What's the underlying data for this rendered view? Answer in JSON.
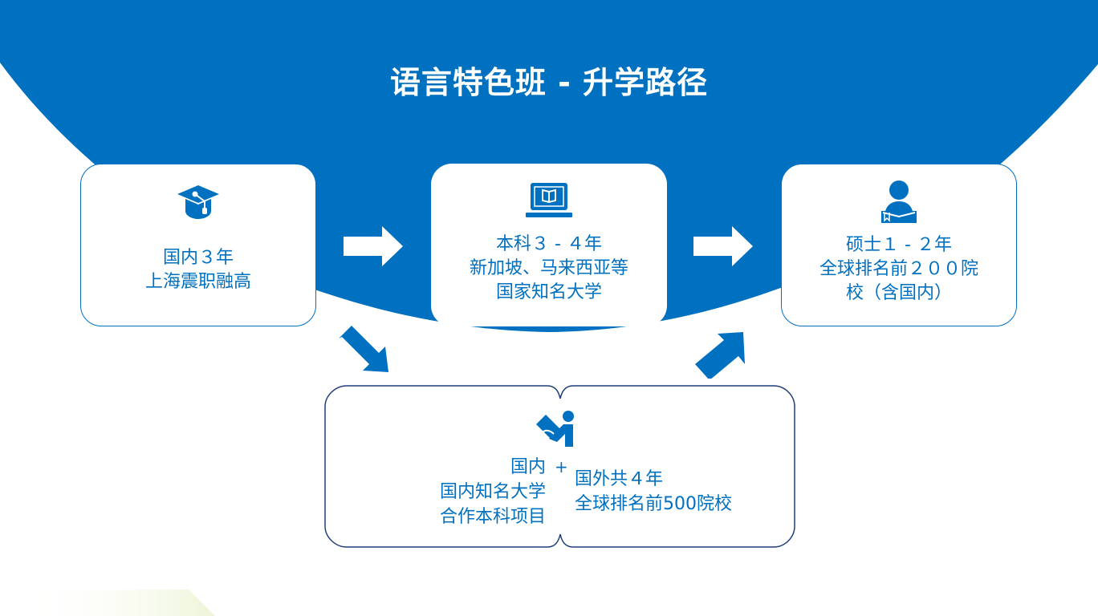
{
  "title": "语言特色班 - 升学路径",
  "colors": {
    "primary": "#0070c0",
    "bottom_border": "#1f3f7a",
    "background": "#ffffff"
  },
  "cards": [
    {
      "id": "domestic",
      "icon": "graduation-cap-icon",
      "lines": [
        "国内３年",
        "上海震职融高"
      ]
    },
    {
      "id": "bachelor",
      "icon": "laptop-book-icon",
      "lines": [
        "本科３ - ４年",
        "新加坡、马来西亚等",
        "国家知名大学"
      ]
    },
    {
      "id": "master",
      "icon": "person-reading-icon",
      "lines": [
        "硕士１ - ２年",
        "全球排名前２００院",
        "校（含国内）"
      ]
    }
  ],
  "bottom": {
    "icon": "reader-book-icon",
    "left_lines": [
      "国内",
      "国内知名大学",
      "合作本科项目"
    ],
    "plus": "+",
    "right_lines": [
      "国外共４年",
      "全球排名前500院校"
    ]
  },
  "arrows": [
    {
      "from": "domestic",
      "to": "bachelor",
      "direction": "right"
    },
    {
      "from": "bachelor",
      "to": "master",
      "direction": "right"
    },
    {
      "from": "domestic",
      "to": "bottom",
      "direction": "down-right"
    },
    {
      "from": "bottom",
      "to": "master",
      "direction": "up-right"
    }
  ]
}
